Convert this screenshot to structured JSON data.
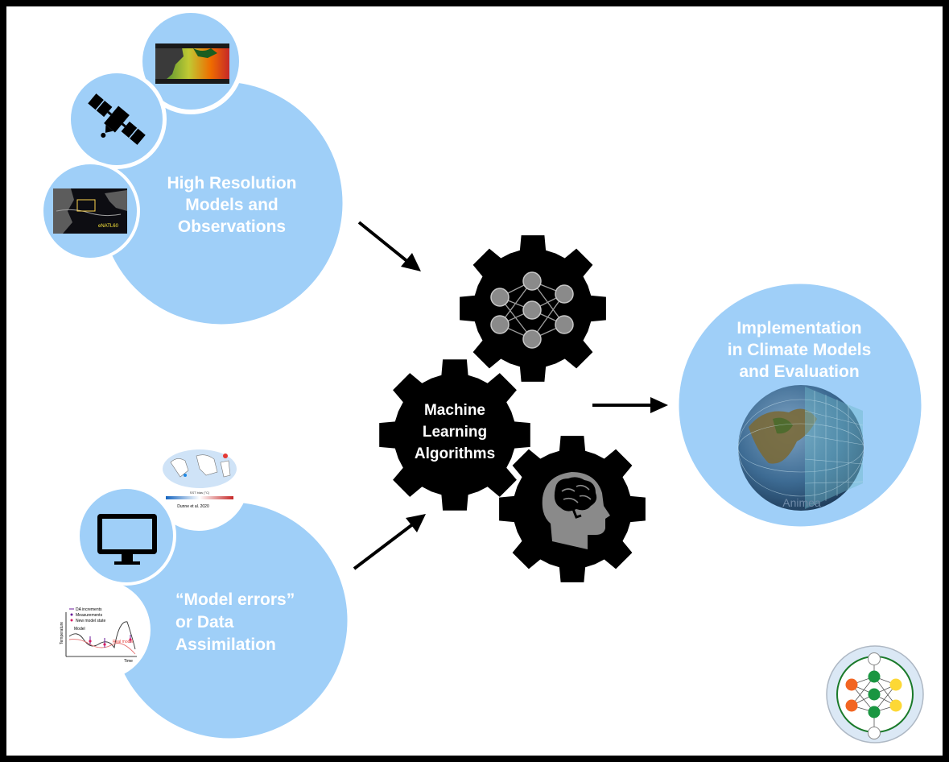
{
  "top_left": {
    "title_lines": [
      "High Resolution",
      "Models and",
      "Observations"
    ]
  },
  "bottom_left": {
    "title_lines": [
      "“Model errors”",
      "or Data",
      "Assimilation"
    ]
  },
  "center": {
    "title_lines": [
      "Machine",
      "Learning",
      "Algorithms"
    ]
  },
  "right": {
    "title_lines": [
      "Implementation",
      "in Climate Models",
      "and Evaluation"
    ],
    "globe_caption": "Animea"
  },
  "map_inset": {
    "colorbar_label": "SST bias (°C)",
    "credit": "Dunne et al. 2020"
  },
  "ocean_inset": {
    "label": "eNATL60"
  },
  "da_plot": {
    "legend": [
      "DA increments",
      "Measurements",
      "New model state"
    ],
    "ylabel": "Temperature",
    "xlabel": "Time",
    "model_label": "Model",
    "real_label": "Real model"
  },
  "colors": {
    "bubble": "#9fcff8",
    "frame": "#000000",
    "page": "#ffffff",
    "gear": "#000000",
    "node": "#8a8a8a",
    "logo_orange": "#f26522",
    "logo_green": "#1a9641",
    "logo_yellow": "#fdd835"
  }
}
